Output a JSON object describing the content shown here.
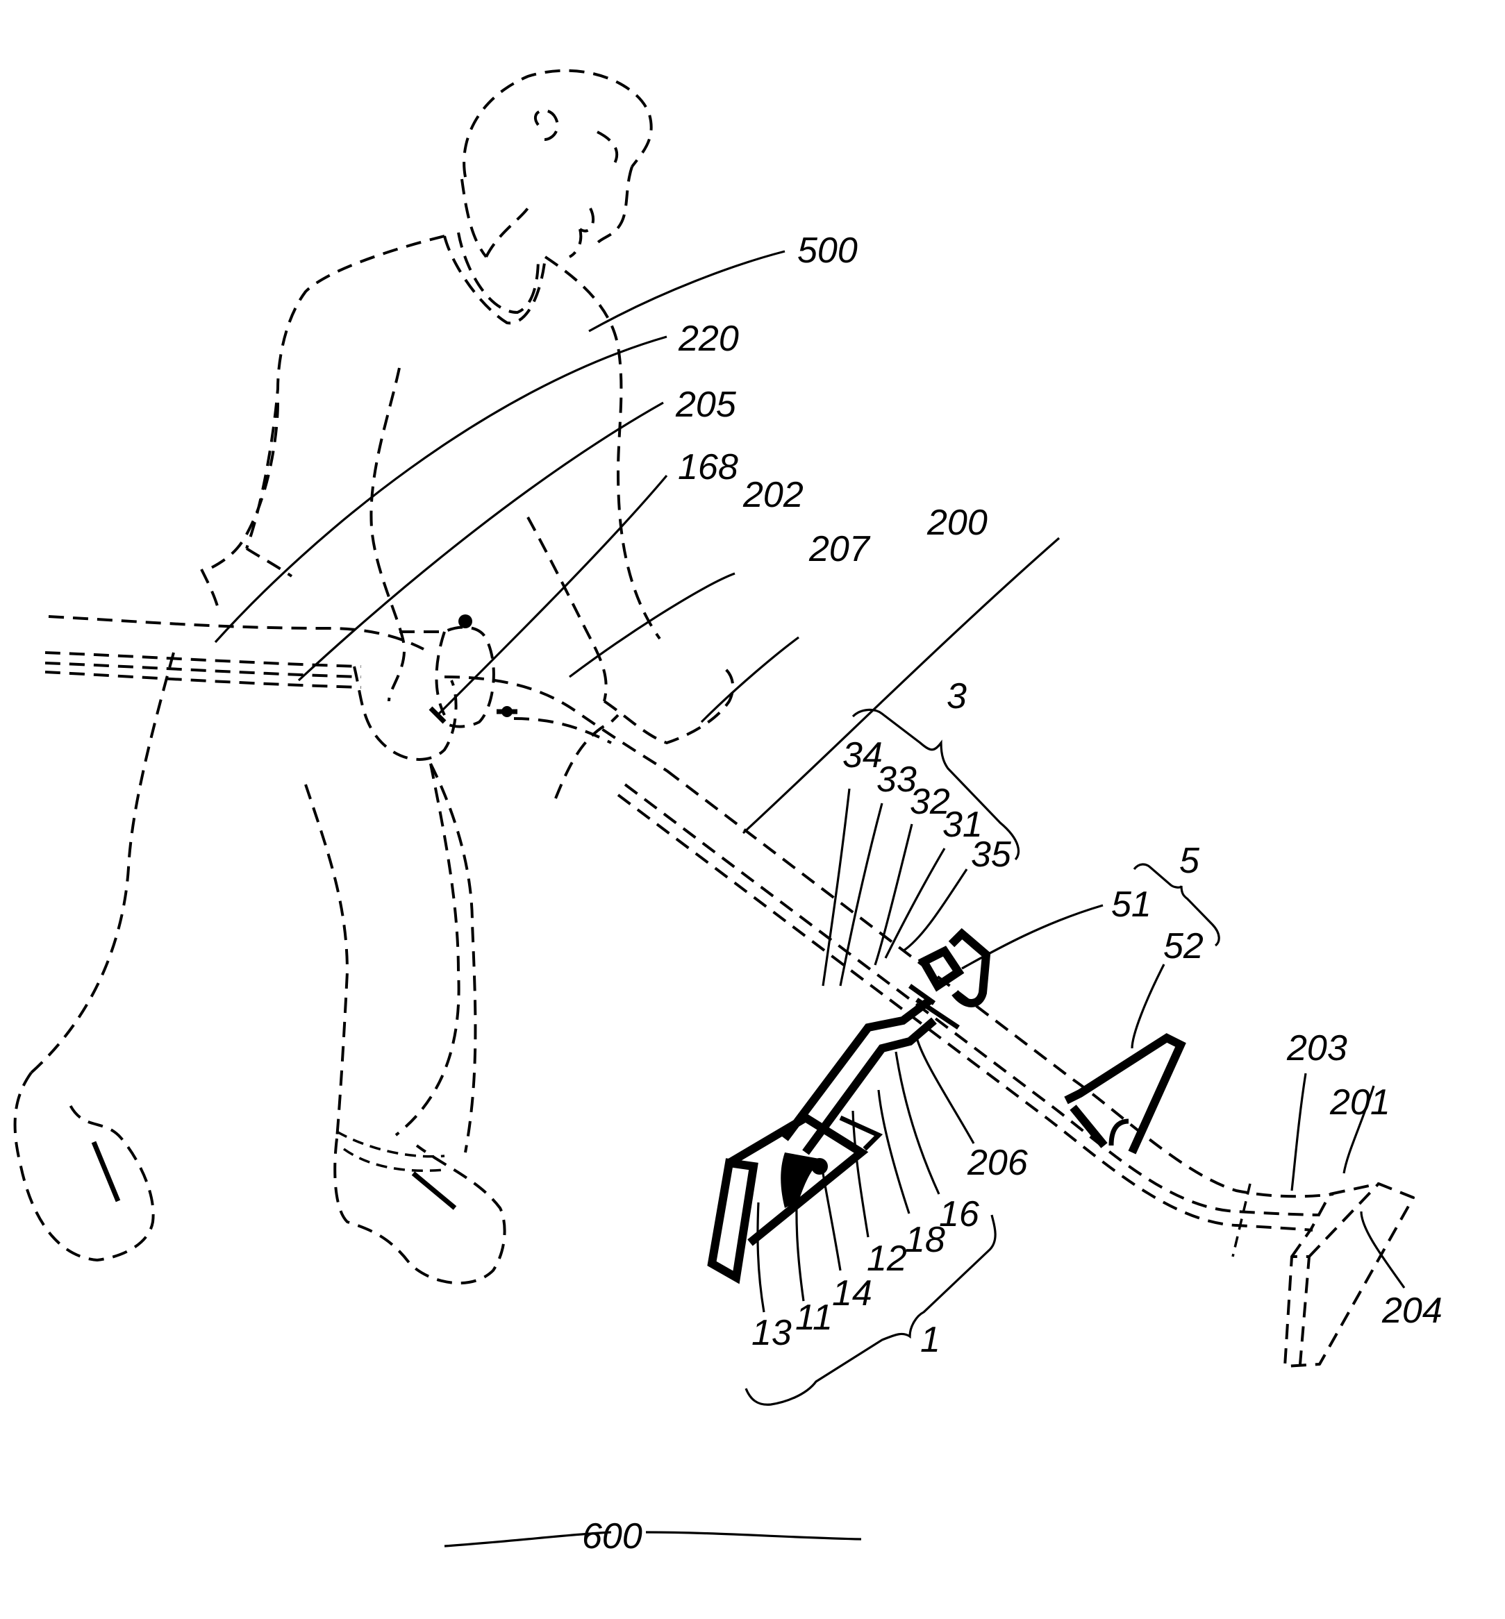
{
  "figure": {
    "kind": "patent-drawing",
    "line_color": "#000000",
    "background": "#ffffff"
  },
  "labels": {
    "operator": "500",
    "hose_outer": "220",
    "hose_inner": "205",
    "valve": "168",
    "handle_grip": "202",
    "handle_front": "207",
    "wand_tube": "200",
    "assembly_3": "3",
    "part_34": "34",
    "part_33": "33",
    "part_32": "32",
    "part_31": "31",
    "part_35": "35",
    "assembly_5": "5",
    "part_51": "51",
    "part_52": "52",
    "part_203": "203",
    "part_201": "201",
    "part_204": "204",
    "part_206": "206",
    "part_16": "16",
    "part_18": "18",
    "part_12": "12",
    "part_14": "14",
    "part_11": "11",
    "part_13": "13",
    "assembly_1": "1",
    "floor": "600"
  }
}
